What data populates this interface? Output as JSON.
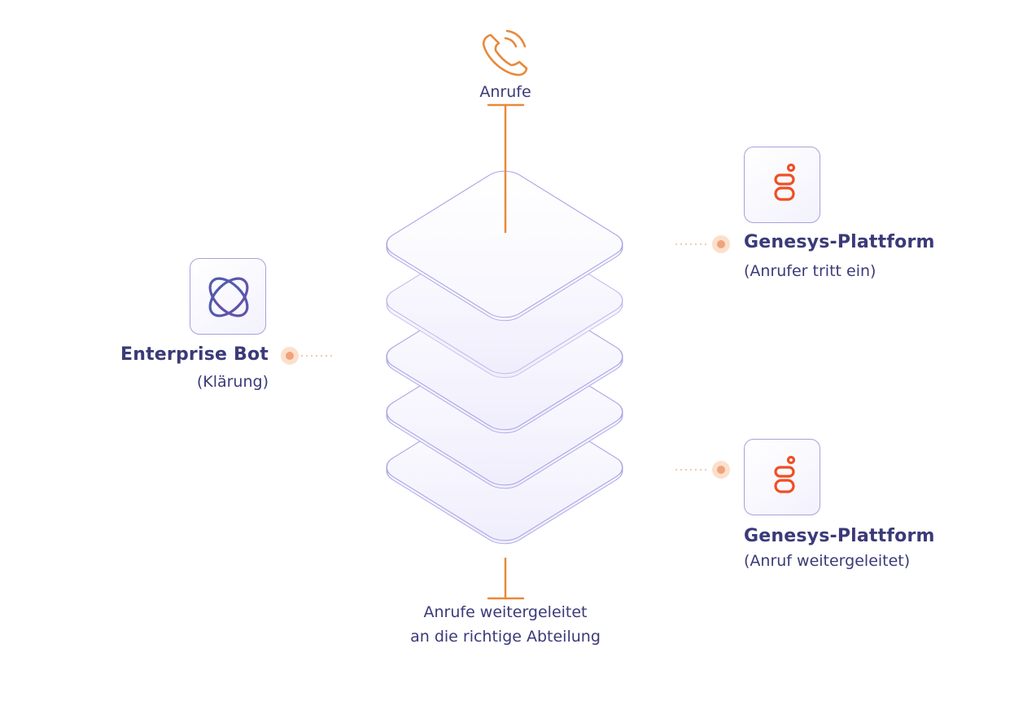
{
  "top_node": {
    "label": "Anrufe",
    "icon": "phone-ringing-icon"
  },
  "bottom_node": {
    "line1": "Anrufe weitergeleitet",
    "line2": "an die richtige Abteilung"
  },
  "enterprise_bot": {
    "title": "Enterprise Bot",
    "subtitle": "(Klärung)",
    "icon": "enterprise-bot-logo-icon"
  },
  "genesys_top": {
    "title": "Genesys-Plattform",
    "subtitle": "(Anrufer tritt ein)",
    "icon": "genesys-logo-icon"
  },
  "genesys_bottom": {
    "title": "Genesys-Plattform",
    "subtitle": "(Anruf weitergeleitet)",
    "icon": "genesys-logo-icon"
  },
  "colors": {
    "accent_orange": "#e8893a",
    "genesys_red": "#f04e23",
    "text_navy": "#3b3a78",
    "layer_stroke": "#a9a4e6",
    "dot_fill": "#f6c9a6"
  }
}
